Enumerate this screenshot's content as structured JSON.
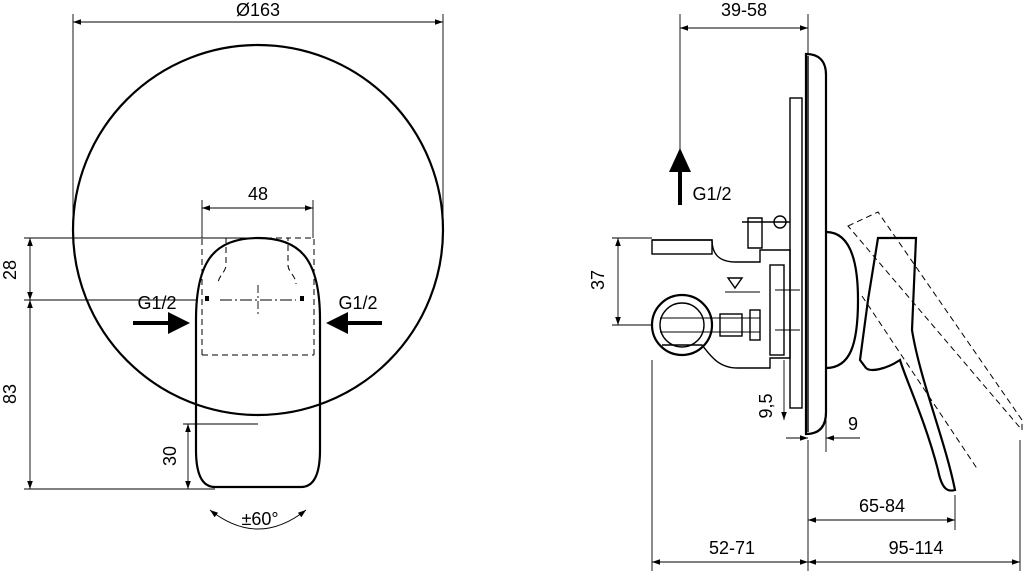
{
  "front_view": {
    "dim_diameter": "Ø163",
    "dim_handle_width": "48",
    "dim_top": "28",
    "dim_height": "83",
    "dim_lower": "30",
    "inlet_left": "G1/2",
    "inlet_right": "G1/2",
    "rotation": "±60°"
  },
  "side_view": {
    "dim_depth_adjust": "39-58",
    "outlet": "G1/2",
    "dim_37": "37",
    "dim_9_5": "9,5",
    "dim_9": "9",
    "dim_65_84": "65-84",
    "dim_52_71": "52-71",
    "dim_95_114": "95-114"
  },
  "colors": {
    "line": "#000000",
    "background": "#ffffff"
  }
}
